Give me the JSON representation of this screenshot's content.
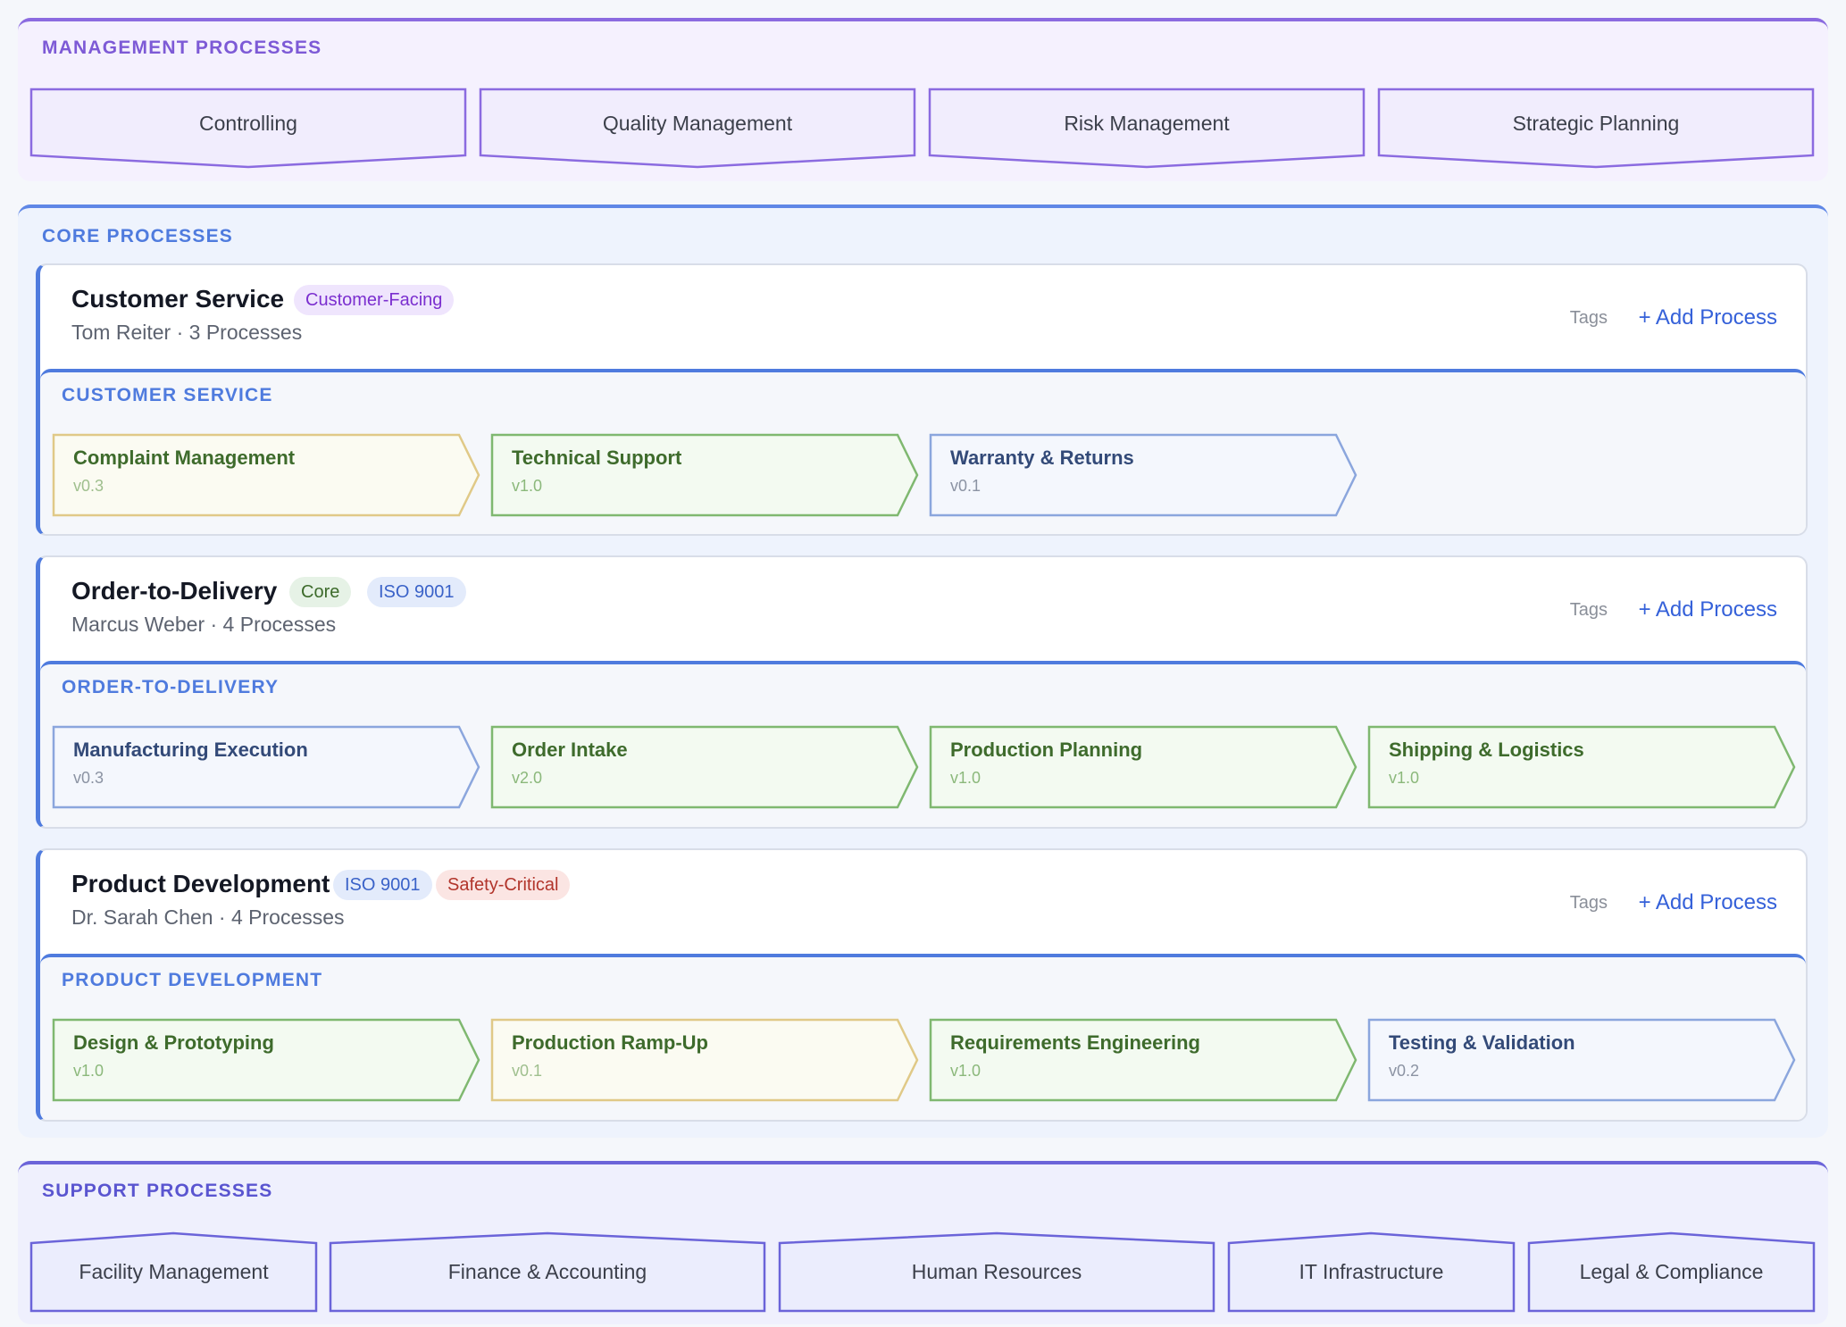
{
  "management": {
    "title": "MANAGEMENT PROCESSES",
    "items": [
      "Controlling",
      "Quality Management",
      "Risk Management",
      "Strategic Planning"
    ]
  },
  "core": {
    "title": "CORE PROCESSES",
    "groups": [
      {
        "title": "Customer Service",
        "tags": [
          {
            "label": "Customer-Facing",
            "color": "purple"
          }
        ],
        "subtitle": "Tom Reiter · 3 Processes",
        "tags_label": "Tags",
        "add_label": "+ Add Process",
        "lane_title": "CUSTOMER SERVICE",
        "processes": [
          {
            "name": "Complaint Management",
            "version": "v0.3",
            "status": "yellow"
          },
          {
            "name": "Technical Support",
            "version": "v1.0",
            "status": "green"
          },
          {
            "name": "Warranty & Returns",
            "version": "v0.1",
            "status": "blue"
          }
        ]
      },
      {
        "title": "Order-to-Delivery",
        "tags": [
          {
            "label": "Core",
            "color": "green"
          },
          {
            "label": "ISO 9001",
            "color": "blue"
          }
        ],
        "subtitle": "Marcus Weber · 4 Processes",
        "tags_label": "Tags",
        "add_label": "+ Add Process",
        "lane_title": "ORDER-TO-DELIVERY",
        "processes": [
          {
            "name": "Manufacturing Execution",
            "version": "v0.3",
            "status": "blue"
          },
          {
            "name": "Order Intake",
            "version": "v2.0",
            "status": "green"
          },
          {
            "name": "Production Planning",
            "version": "v1.0",
            "status": "green"
          },
          {
            "name": "Shipping & Logistics",
            "version": "v1.0",
            "status": "green"
          }
        ]
      },
      {
        "title": "Product Development",
        "tags": [
          {
            "label": "ISO 9001",
            "color": "blue"
          },
          {
            "label": "Safety-Critical",
            "color": "red"
          }
        ],
        "subtitle": "Dr. Sarah Chen · 4 Processes",
        "tags_label": "Tags",
        "add_label": "+ Add Process",
        "lane_title": "PRODUCT DEVELOPMENT",
        "processes": [
          {
            "name": "Design & Prototyping",
            "version": "v1.0",
            "status": "green"
          },
          {
            "name": "Production Ramp-Up",
            "version": "v0.1",
            "status": "yellow"
          },
          {
            "name": "Requirements Engineering",
            "version": "v1.0",
            "status": "green"
          },
          {
            "name": "Testing & Validation",
            "version": "v0.2",
            "status": "blue"
          }
        ]
      }
    ]
  },
  "support": {
    "title": "SUPPORT PROCESSES",
    "items": [
      "Facility Management",
      "Finance & Accounting",
      "Human Resources",
      "IT Infrastructure",
      "Legal & Compliance"
    ]
  },
  "colors": {
    "management": "#8b6be0",
    "core": "#4f7bde",
    "support": "#6b64d9",
    "status_green": "#7fb870",
    "status_yellow": "#e0c987",
    "status_blue": "#8ba6dd"
  }
}
